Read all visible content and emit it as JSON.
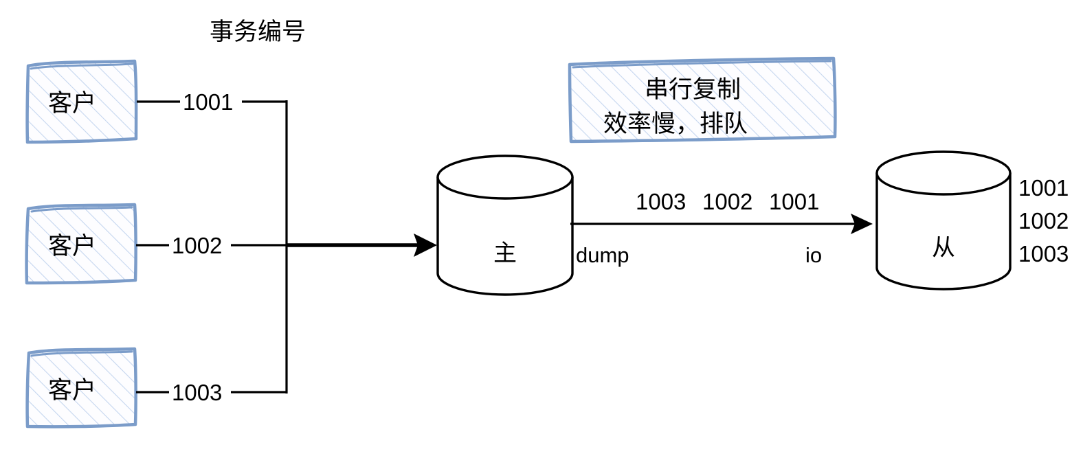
{
  "diagram": {
    "title_label": "事务编号",
    "clients": [
      {
        "label": "客户",
        "txn": "1001"
      },
      {
        "label": "客户",
        "txn": "1002"
      },
      {
        "label": "客户",
        "txn": "1003"
      }
    ],
    "note": {
      "line1": "串行复制",
      "line2": "效率慢，排队"
    },
    "master": {
      "label": "主",
      "channel_label": "dump"
    },
    "slave": {
      "label": "从",
      "channel_label": "io",
      "applied": [
        "1001",
        "1002",
        "1003"
      ]
    },
    "replication_stream": {
      "items": [
        "1003",
        "1002",
        "1001"
      ]
    },
    "colors": {
      "sketch_border": "#7b9cc9",
      "hatch": "#c5d6ef",
      "stroke": "#000000",
      "background": "#ffffff"
    }
  }
}
